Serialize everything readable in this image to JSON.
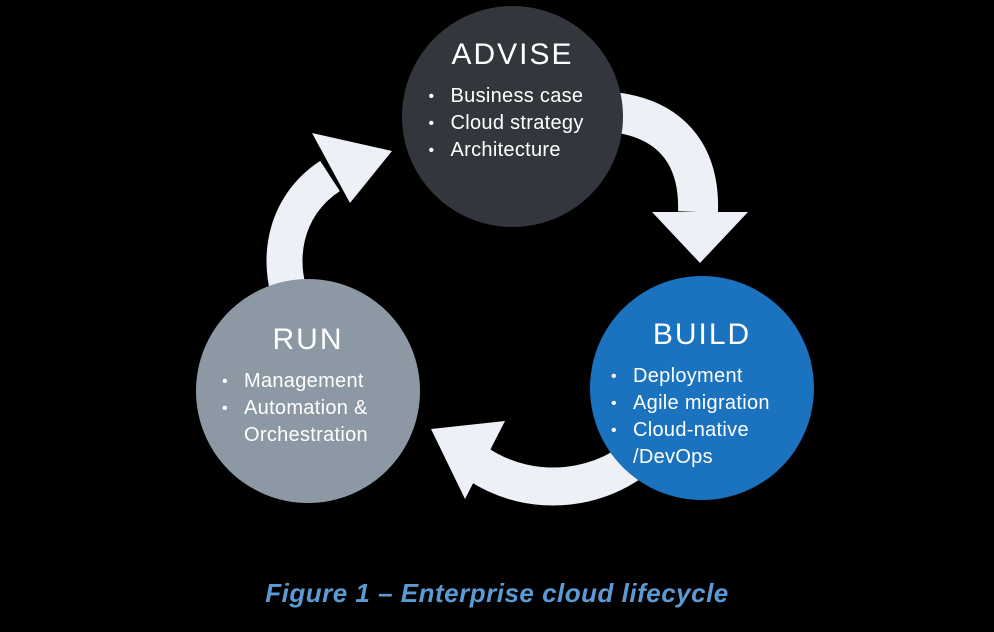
{
  "canvas": {
    "background": "#000000"
  },
  "ui": {
    "bullet_glyph": "•"
  },
  "diagram": {
    "type": "cycle",
    "direction": "clockwise",
    "sequence": [
      "advise",
      "build",
      "run"
    ]
  },
  "nodes": {
    "advise": {
      "title": "ADVISE",
      "items": [
        "Business case",
        "Cloud strategy",
        "Architecture"
      ],
      "fill": "#33373D",
      "text_color": "#FFFFFF"
    },
    "build": {
      "title": "BUILD",
      "items": [
        "Deployment",
        "Agile migration",
        "Cloud-native /DevOps"
      ],
      "fill": "#1B72BE",
      "text_color": "#FFFFFF"
    },
    "run": {
      "title": "RUN",
      "items": [
        "Management",
        "Automation & Orchestration"
      ],
      "fill": "#8C99A4",
      "text_color": "#FFFFFF"
    }
  },
  "arrows": {
    "color": "#EDF0F6",
    "links": [
      "advise-to-build",
      "build-to-run",
      "run-to-advise"
    ]
  },
  "caption": {
    "text": "Figure 1 – Enterprise cloud lifecycle",
    "color": "#5B9BD5"
  }
}
